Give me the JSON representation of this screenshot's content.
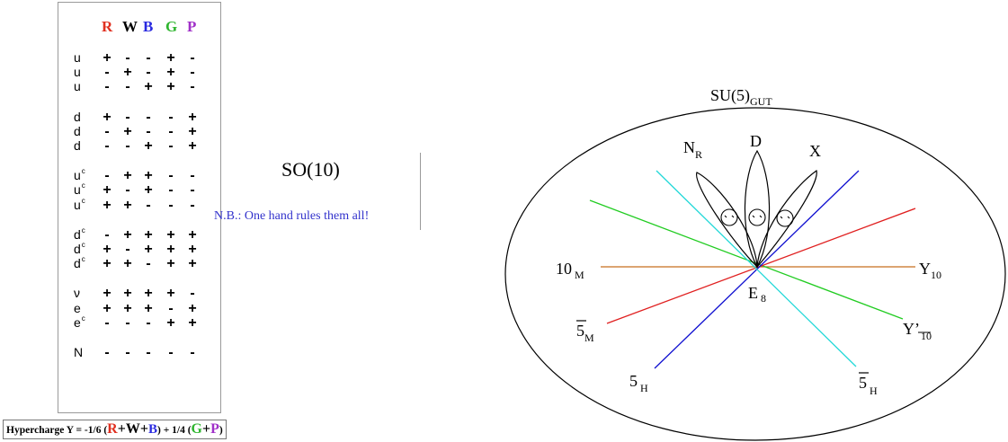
{
  "table": {
    "headers": [
      {
        "text": "R",
        "color": "#e03020"
      },
      {
        "text": "W",
        "color": "#000000"
      },
      {
        "text": "B",
        "color": "#2a2ae0"
      },
      {
        "text": "G",
        "color": "#2fb52f"
      },
      {
        "text": "P",
        "color": "#a030c8"
      }
    ],
    "groups": [
      [
        {
          "label": "u",
          "sup": "",
          "signs": [
            "+",
            "-",
            "-",
            "+",
            "-"
          ]
        },
        {
          "label": "u",
          "sup": "",
          "signs": [
            "-",
            "+",
            "-",
            "+",
            "-"
          ]
        },
        {
          "label": "u",
          "sup": "",
          "signs": [
            "-",
            "-",
            "+",
            "+",
            "-"
          ]
        }
      ],
      [
        {
          "label": "d",
          "sup": "",
          "signs": [
            "+",
            "-",
            "-",
            "-",
            "+"
          ]
        },
        {
          "label": "d",
          "sup": "",
          "signs": [
            "-",
            "+",
            "-",
            "-",
            "+"
          ]
        },
        {
          "label": "d",
          "sup": "",
          "signs": [
            "-",
            "-",
            "+",
            "-",
            "+"
          ]
        }
      ],
      [
        {
          "label": "u",
          "sup": "c",
          "signs": [
            "-",
            "+",
            "+",
            "-",
            "-"
          ]
        },
        {
          "label": "u",
          "sup": "c",
          "signs": [
            "+",
            "-",
            "+",
            "-",
            "-"
          ]
        },
        {
          "label": "u",
          "sup": "c",
          "signs": [
            "+",
            "+",
            "-",
            "-",
            "-"
          ]
        }
      ],
      [
        {
          "label": "d",
          "sup": "c",
          "signs": [
            "-",
            "+",
            "+",
            "+",
            "+"
          ]
        },
        {
          "label": "d",
          "sup": "c",
          "signs": [
            "+",
            "-",
            "+",
            "+",
            "+"
          ]
        },
        {
          "label": "d",
          "sup": "c",
          "signs": [
            "+",
            "+",
            "-",
            "+",
            "+"
          ]
        }
      ],
      [
        {
          "label": "ν",
          "sup": "",
          "signs": [
            "+",
            "+",
            "+",
            "+",
            "-"
          ]
        },
        {
          "label": "e",
          "sup": "",
          "signs": [
            "+",
            "+",
            "+",
            "-",
            "+"
          ]
        },
        {
          "label": "e",
          "sup": "c",
          "signs": [
            "-",
            "-",
            "-",
            "+",
            "+"
          ]
        }
      ],
      [
        {
          "label": "N",
          "sup": "",
          "signs": [
            "-",
            "-",
            "-",
            "-",
            "-"
          ]
        }
      ]
    ]
  },
  "formula": {
    "prefix": "Hypercharge Y  =  -1/6 (",
    "R": "R",
    "plus1": "+",
    "W": "W",
    "plus2": "+",
    "B": "B",
    "mid": ")  + 1/4 (",
    "G": "G",
    "plus3": "+",
    "P": "P",
    "end": ")"
  },
  "so10": {
    "title": "SO(10)",
    "note": "N.B.: One hand rules them all!",
    "note_color": "#3333cc"
  },
  "diagram": {
    "title": "SU(5)",
    "title_sub": "GUT",
    "petals": {
      "nr": "N",
      "nr_sub": "R",
      "d": "D",
      "x": "X"
    },
    "center": {
      "main": "E",
      "sub": "8"
    },
    "ends": {
      "tenM": {
        "main": "10",
        "sub": "M",
        "color": "#c86e1e"
      },
      "y10": {
        "main": "Y",
        "sub": "10",
        "color": "#c86e1e"
      },
      "fivebarM": {
        "main": "5",
        "sub": "M",
        "color": "#e02020"
      },
      "y10bar": {
        "main": "Y’",
        "sub": "10",
        "color": "#22cc22"
      },
      "fiveH": {
        "main": "5",
        "sub": "H",
        "color": "#1010d0"
      },
      "fivebarH": {
        "main": "5",
        "sub": "H",
        "color": "#22d8d8"
      }
    }
  }
}
